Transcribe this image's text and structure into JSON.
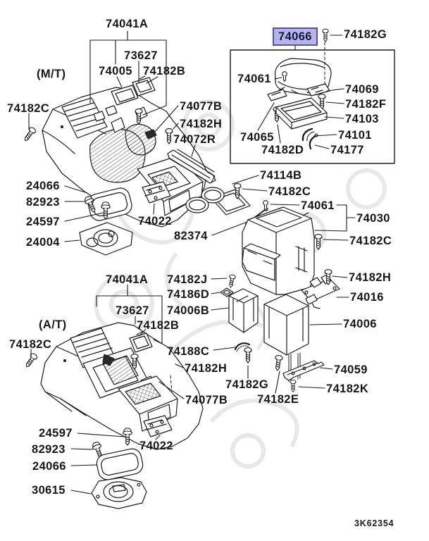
{
  "diagram": {
    "type": "exploded-parts-diagram",
    "subject": "floor-console-assembly",
    "drawing_code": "3K62354",
    "variant_labels": {
      "mt": "(M/T)",
      "at": "(A/T)"
    },
    "highlight": {
      "part_number": "74066",
      "fill": "#b6b6e6",
      "border": "#5252a8",
      "text_color": "#14144a"
    },
    "parts": {
      "74041A": "74041A",
      "73627": "73627",
      "74005": "74005",
      "74182B": "74182B",
      "74182C": "74182C",
      "74077B": "74077B",
      "74182H": "74182H",
      "74072R": "74072R",
      "74066": "74066",
      "74182G": "74182G",
      "74061": "74061",
      "74069": "74069",
      "74182F": "74182F",
      "74103": "74103",
      "74101": "74101",
      "74177": "74177",
      "74065": "74065",
      "74182D": "74182D",
      "24066": "24066",
      "82923": "82923",
      "24597": "24597",
      "24004": "24004",
      "74022": "74022",
      "74114B": "74114B",
      "82374": "82374",
      "74030": "74030",
      "74182J": "74182J",
      "74186D": "74186D",
      "74006B": "74006B",
      "74188C": "74188C",
      "74016": "74016",
      "74006": "74006",
      "74059": "74059",
      "74182K": "74182K",
      "74182E": "74182E",
      "30615": "30615"
    }
  }
}
